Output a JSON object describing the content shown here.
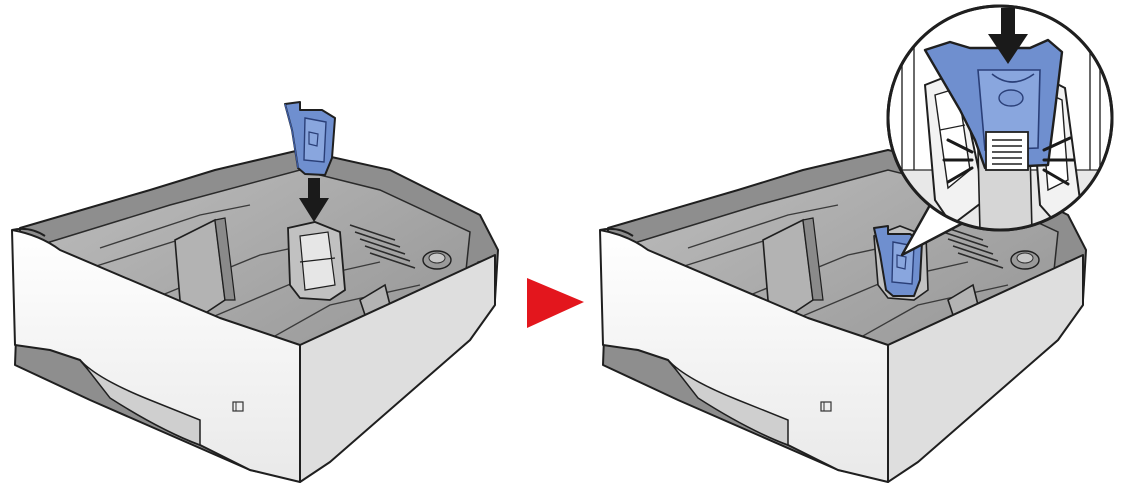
{
  "figure": {
    "panels": [
      {
        "id": "before",
        "step": "insert-stopper"
      },
      {
        "id": "after",
        "step": "stopper-clicked-in-place"
      }
    ],
    "transition_arrow": {
      "shape": "triangle-right"
    },
    "callout": {
      "shape": "circle-with-pointer"
    }
  },
  "colors": {
    "stopper_blue": "#6f8fcf",
    "stopper_blue_dark": "#3c5aa0",
    "tray_gray": "#a5a5a5",
    "tray_gray_dark": "#6d6d6d",
    "tray_front": "#f4f4f4",
    "outline": "#1f1f1f",
    "transition_red": "#e3161d",
    "push_arrow": "#1a1a1a"
  },
  "icons": {
    "front_glyph": "paper-tray-icon",
    "push": "down-arrow-icon",
    "click": "click-burst-icon",
    "transition": "play-right-icon"
  }
}
